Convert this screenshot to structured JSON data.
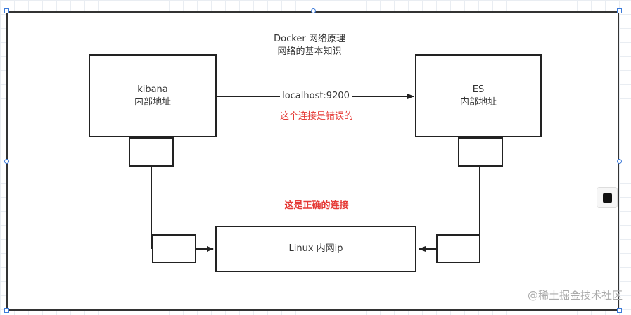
{
  "title": {
    "line1": "Docker 网络原理",
    "line2": "网络的基本知识"
  },
  "nodes": {
    "kibana": {
      "name": "kibana",
      "sub": "内部地址"
    },
    "es": {
      "name": "ES",
      "sub": "内部地址"
    },
    "linux": {
      "label": "Linux 内网ip"
    }
  },
  "edges": {
    "top": {
      "label": "localhost:9200",
      "note": "这个连接是错误的"
    },
    "bottom": {
      "note": "这是正确的连接"
    }
  },
  "watermark": "@稀土掘金技术社区",
  "colors": {
    "note_red": "#e53935",
    "handle_blue": "#3c7ad9"
  }
}
